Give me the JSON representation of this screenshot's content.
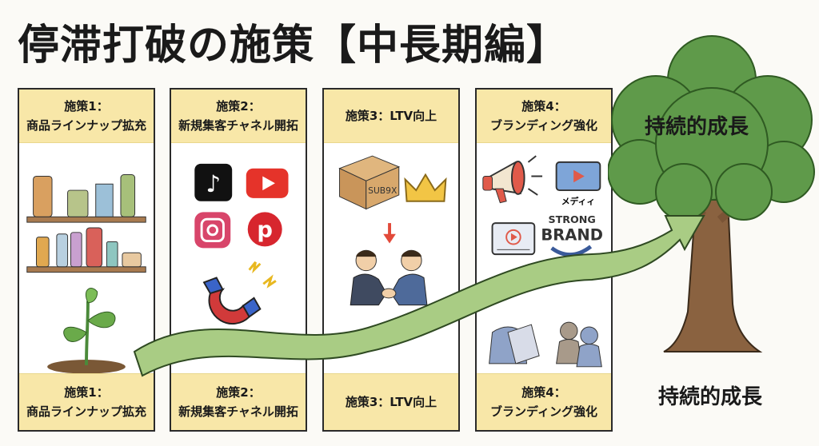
{
  "title": "停滞打破の施策【中長期編】",
  "panels": [
    {
      "heading_line1": "施策1：",
      "heading_line2": "商品ラインナップ拡充",
      "footer_line1": "施策1：",
      "footer_line2": "商品ラインナップ拡充"
    },
    {
      "heading_line1": "施策2：",
      "heading_line2": "新規集客チャネル開拓",
      "footer_line1": "施策2：",
      "footer_line2": "新規集客チャネル開拓"
    },
    {
      "heading_line1": "施策3：LTV向上",
      "footer_line1": "施策3：LTV向上"
    },
    {
      "heading_line1": "施策4：",
      "heading_line2": "ブランディング強化",
      "footer_line1": "施策4：",
      "footer_line2": "ブランディング強化",
      "media_label": "メディィ",
      "brand_line1": "STRONG",
      "brand_line2": "BRAND"
    }
  ],
  "box_label": "SUB9X",
  "tree": {
    "label_top": "持続的成長",
    "label_bottom": "持続的成長"
  },
  "colors": {
    "band": "#f8e7a8",
    "arrow": "#9cc07a",
    "foliage": "#5f9a4a",
    "trunk": "#8a6240"
  }
}
